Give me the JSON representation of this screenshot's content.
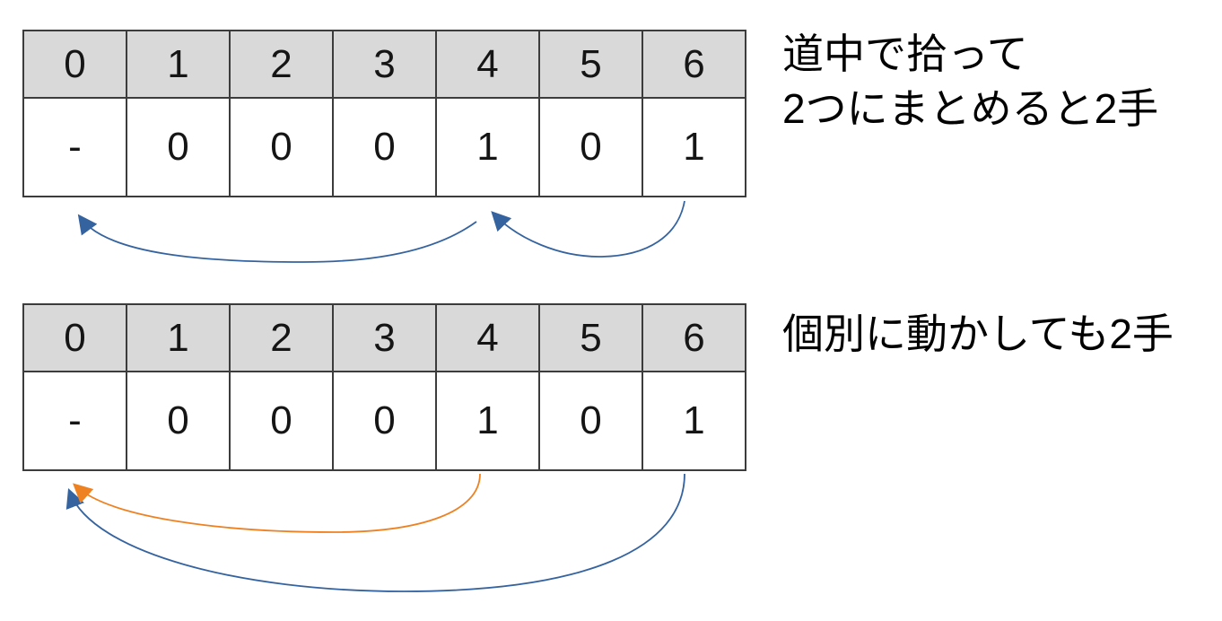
{
  "colors": {
    "blue": "#35639f",
    "orange": "#ee8121",
    "header_bg": "#d9d9d9",
    "border": "#3c3c3c"
  },
  "diagram1": {
    "header": [
      "0",
      "1",
      "2",
      "3",
      "4",
      "5",
      "6"
    ],
    "values": [
      "-",
      "0",
      "0",
      "0",
      "1",
      "0",
      "1"
    ],
    "caption_line1": "道中で拾って",
    "caption_line2": "2つにまとめると2手",
    "arrows": [
      {
        "from": 6,
        "to": 4,
        "color": "blue"
      },
      {
        "from": 4,
        "to": 0,
        "color": "blue"
      }
    ]
  },
  "diagram2": {
    "header": [
      "0",
      "1",
      "2",
      "3",
      "4",
      "5",
      "6"
    ],
    "values": [
      "-",
      "0",
      "0",
      "0",
      "1",
      "0",
      "1"
    ],
    "caption_line1": "個別に動かしても2手",
    "arrows": [
      {
        "from": 6,
        "to": 0,
        "color": "blue"
      },
      {
        "from": 4,
        "to": 0,
        "color": "orange"
      }
    ]
  }
}
